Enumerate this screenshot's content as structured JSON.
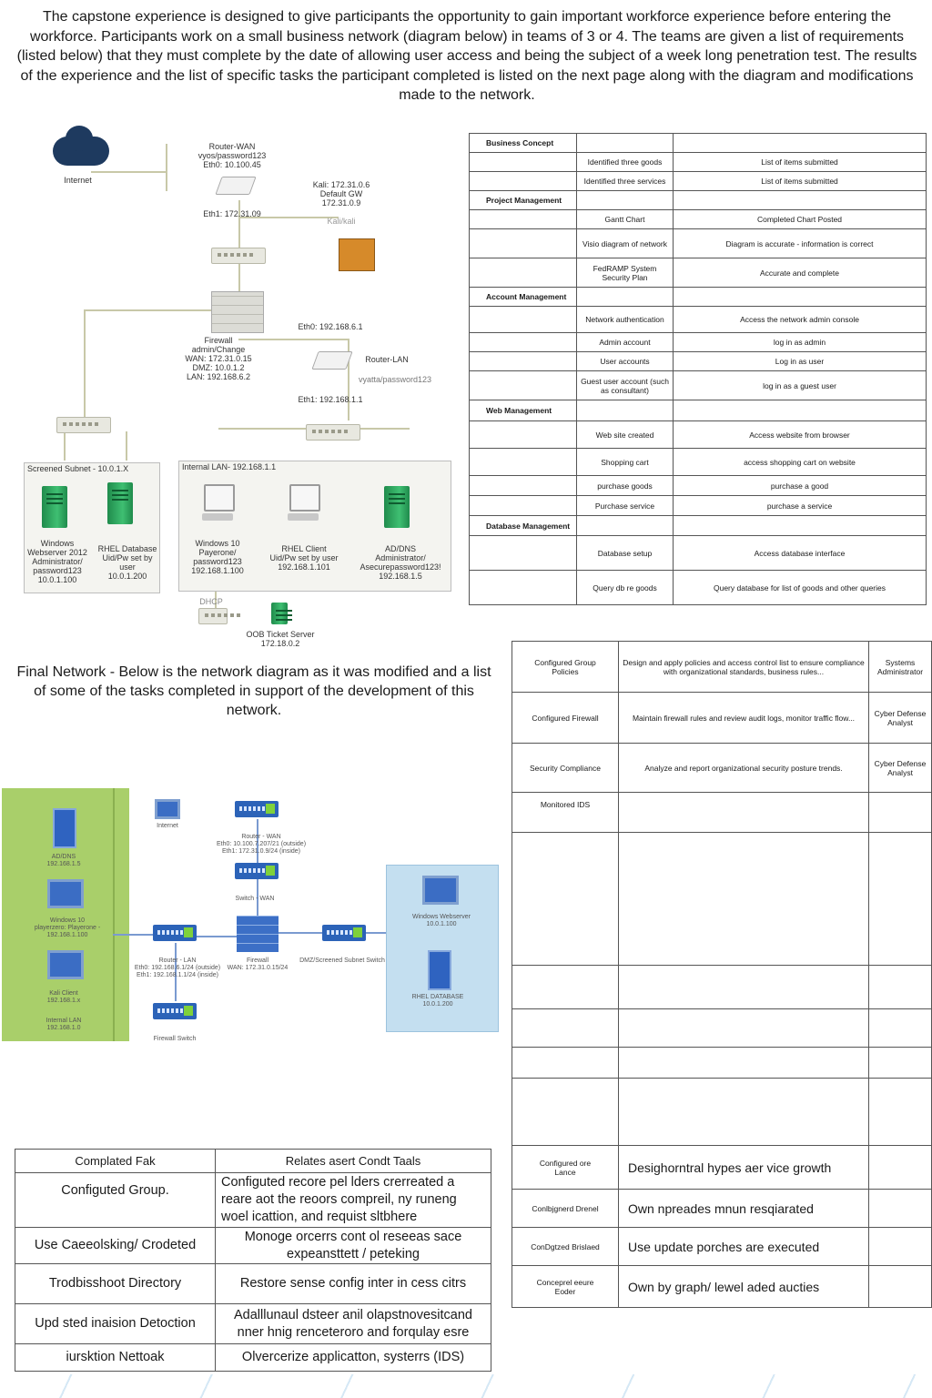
{
  "intro_text": "The capstone experience is designed to give participants the opportunity to gain important workforce experience before entering the workforce. Participants work on a small business network (diagram below) in teams of 3 or 4. The teams are given a list of requirements (listed below) that they must complete by the date of allowing user access and being the subject of a week long penetration test. The results of the experience and the list of specific tasks the participant completed is listed on the next page along with the diagram and modifications made to the network.",
  "diagram1": {
    "internet": "Internet",
    "router_wan": "Router-WAN\nvyos/password123\nEth0: 10.100.45",
    "router_wan_eth1": "Eth1: 172.31.09",
    "kali": "Kali: 172.31.0.6\nDefault GW\n172.31.0.9",
    "kali_creds": "Kali/kali",
    "firewall": "Firewall\nadmin/Change\nWAN: 172.31.0.15\nDMZ: 10.0.1.2\nLAN: 192.168.6.2",
    "router_lan_eth0": "Eth0: 192.168.6.1",
    "router_lan": "Router-LAN",
    "router_lan_creds": "vyatta/password123",
    "router_lan_eth1": "Eth1: 192.168.1.1",
    "screened_subnet": "Screened Subnet - 10.0.1.X",
    "internal_lan": "Internal LAN- 192.168.1.1",
    "win_webserver": "Windows\nWebserver 2012\nAdministrator/\npassword123\n10.0.1.100",
    "rhel_db": "RHEL Database\nUid/Pw set by\nuser\n10.0.1.200",
    "win10": "Windows 10\nPayerone/\npassword123\n192.168.1.100",
    "rhel_client": "RHEL Client\nUid/Pw set by user\n192.168.1.101",
    "ad_dns": "AD/DNS\nAdministrator/\nAsecurepassword123!\n192.168.1.5",
    "dhcp": "DHCP",
    "oob": "OOB Ticket Server\n172.18.0.2"
  },
  "requirements_table": [
    {
      "cat": "Business Concept",
      "task": "",
      "result": ""
    },
    {
      "cat": "",
      "task": "Identified three goods",
      "result": "List of items submitted"
    },
    {
      "cat": "",
      "task": "Identified three services",
      "result": "List of items submitted"
    },
    {
      "cat": "Project Management",
      "task": "",
      "result": ""
    },
    {
      "cat": "",
      "task": "Gantt Chart",
      "result": "Completed Chart Posted"
    },
    {
      "cat": "",
      "task": "Visio diagram of network",
      "result": "Diagram is accurate - information is correct"
    },
    {
      "cat": "",
      "task": "FedRAMP System\nSecurity Plan",
      "result": "Accurate and complete"
    },
    {
      "cat": "Account Management",
      "task": "",
      "result": ""
    },
    {
      "cat": "",
      "task": "Network authentication",
      "result": "Access the network admin console"
    },
    {
      "cat": "",
      "task": "Admin account",
      "result": "log in as admin"
    },
    {
      "cat": "",
      "task": "User accounts",
      "result": "Log in as user"
    },
    {
      "cat": "",
      "task": "Guest user account (such\nas consultant)",
      "result": "log in as a guest user"
    },
    {
      "cat": "Web Management",
      "task": "",
      "result": ""
    },
    {
      "cat": "",
      "task": "Web site created",
      "result": "Access website from browser"
    },
    {
      "cat": "",
      "task": "Shopping cart",
      "result": "access shopping cart on website"
    },
    {
      "cat": "",
      "task": "purchase goods",
      "result": "purchase a good"
    },
    {
      "cat": "",
      "task": "Purchase service",
      "result": "purchase a service"
    },
    {
      "cat": "Database Management",
      "task": "",
      "result": ""
    },
    {
      "cat": "",
      "task": "Database setup",
      "result": "Access database interface"
    },
    {
      "cat": "",
      "task": "Query db re goods",
      "result": "Query database for list of goods and other queries"
    }
  ],
  "final_heading": "Final Network - Below is the network diagram as it was modified and a list of some of the tasks completed in support of the development of this network.",
  "diagram2": {
    "internet": "Internet",
    "router_wan": "Router - WAN\nEth0: 10.100.7.207/21 (outside)\nEth1: 172.31.0.9/24 (inside)",
    "switch_wan": "Switch - WAN",
    "router_lan": "Router - LAN\nEth0: 192.168.6.1/24 (outside)\nEth1: 192.168.1.1/24 (inside)",
    "firewall": "Firewall\nWAN: 172.31.0.15/24",
    "dmz_switch": "DMZ/Screened Subnet Switch",
    "firewall_switch": "Firewall Switch",
    "ad_dns": "AD/DNS\n192.168.1.5",
    "win10": "Windows 10\nplayerzero: Playerone -\n192.168.1.100",
    "kali": "Kali Client\n192.168.1.x",
    "internal_lan": "Internal LAN\n192.168.1.0",
    "win_webserver": "Windows Webserver\n10.0.1.100",
    "rhel_db": "RHEL DATABASE\n10.0.1.200"
  },
  "tasks_table": [
    {
      "task": "Configured Group\nPolicies",
      "desc": "Design and apply policies and access control list to ensure compliance with organizational standards, business rules...",
      "role": "Systems\nAdministrator"
    },
    {
      "task": "Configured Firewall",
      "desc": "Maintain firewall rules and review audit logs, monitor traffic flow...",
      "role": "Cyber Defense\nAnalyst"
    },
    {
      "task": "Security Compliance",
      "desc": "Analyze and report organizational security posture trends.",
      "role": "Cyber Defense\nAnalyst"
    },
    {
      "task": "Monitored IDS",
      "desc": "",
      "role": ""
    },
    {
      "task": "",
      "desc": "",
      "role": ""
    },
    {
      "task": "",
      "desc": "",
      "role": ""
    },
    {
      "task": "",
      "desc": "",
      "role": ""
    },
    {
      "task": "",
      "desc": "",
      "role": ""
    },
    {
      "task": "",
      "desc": "",
      "role": ""
    },
    {
      "task": "Configured ore\nLance",
      "desc": "Desighorntral hypes aer vice growth",
      "role": ""
    },
    {
      "task": "Conlbjgnerd Drenel",
      "desc": "Own npreades mnun resqiarated",
      "role": ""
    },
    {
      "task": "ConDgtzed Brislaed",
      "desc": "Use update porches are executed",
      "role": ""
    },
    {
      "task": "Conceprel eeure\nEoder",
      "desc": "Own by graph/ lewel aded aucties",
      "role": ""
    }
  ],
  "completed_table": {
    "header": [
      "Complated Fak",
      "Relates asert Condt Taals"
    ],
    "rows": [
      [
        "Configuted Group.",
        "Configuted recore pel lders crerreated a reare aot the reoors compreil, ny runeng woel icattion, and requist sltbhere"
      ],
      [
        "Use Caeeolsking/ Crodeted",
        "Monoge orcerrs cont ol reseeas sace expeansttett / peteking"
      ],
      [
        "Trodbisshoot Directory",
        "Restore sense config inter in cess citrs"
      ],
      [
        "Upd sted inaision Detoction",
        "Adalllunaul dsteer anil olapstnovesitcand nner hnig renceteroro and forqulay esre"
      ],
      [
        "iursktion Nettoak",
        "Olvercerize applicatton, systerrs (IDS)"
      ]
    ]
  }
}
